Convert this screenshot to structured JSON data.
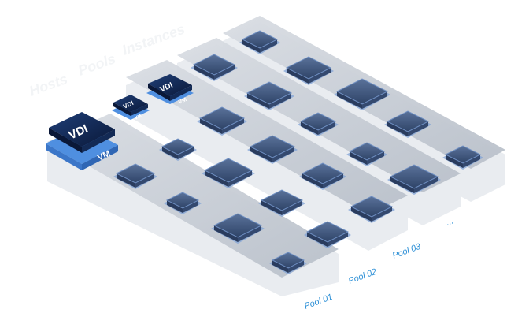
{
  "labels": {
    "ghost_1": "Hosts",
    "ghost_2": "Pools",
    "ghost_3": "Instances"
  },
  "pools": [
    "Pool 01",
    "Pool 02",
    "Pool 03",
    "..."
  ],
  "vdi_tiles": [
    {
      "top": "VDI",
      "bottom": "VM"
    },
    {
      "top": "VDI",
      "bottom": "VM"
    },
    {
      "top": "VDI",
      "bottom": "VM"
    }
  ],
  "colors": {
    "strip": "#c9ced6",
    "strip_side": "#e6e9ee",
    "vm_body": "#40577a",
    "vm_edge": "#6f8fc2",
    "vm_shadow": "#7fa2d6",
    "vdi_dark": "#0d2148",
    "vdi_mid": "#1d3a6d",
    "vdi_base": "#4f8fe0",
    "pool_text": "#2b8fd6"
  }
}
